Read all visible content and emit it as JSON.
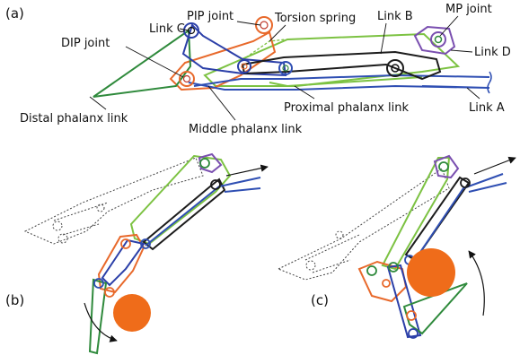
{
  "panels": {
    "a": "(a)",
    "b": "(b)",
    "c": "(c)"
  },
  "labels": {
    "link_c": "Link C",
    "pip_joint": "PIP joint",
    "torsion_spring": "Torsion spring",
    "link_b": "Link B",
    "mp_joint": "MP joint",
    "dip_joint": "DIP joint",
    "link_d": "Link D",
    "distal_phalanx_link": "Distal phalanx link",
    "middle_phalanx_link": "Middle phalanx link",
    "proximal_phalanx_link": "Proximal phalanx link",
    "link_a": "Link A"
  },
  "colors": {
    "link_a": "#2f4fb3",
    "link_b": "#1c1c1c",
    "link_c": "#2b3fa8",
    "link_d": "#7a4fb0",
    "proximal": "#7cc242",
    "middle": "#e8692b",
    "distal": "#2f8a3c",
    "object": "#ef6c1a",
    "ghost": "#444444"
  }
}
